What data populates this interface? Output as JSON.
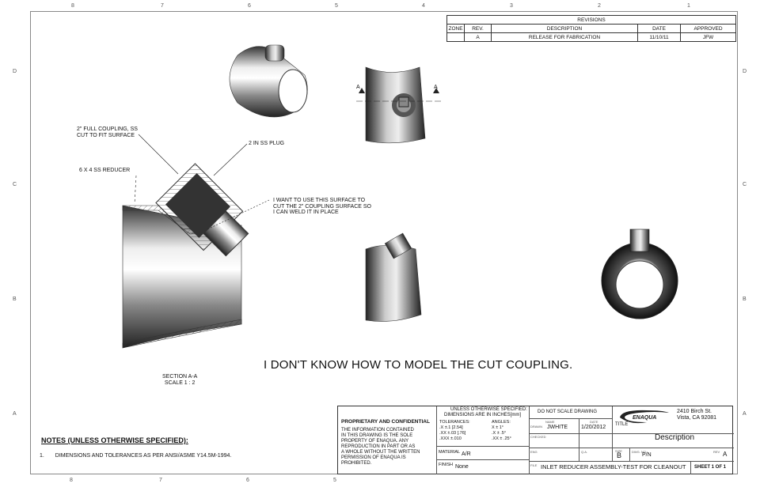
{
  "zones": {
    "columns": [
      "8",
      "7",
      "6",
      "5",
      "4",
      "3",
      "2",
      "1"
    ],
    "rows": [
      "D",
      "C",
      "B",
      "A"
    ]
  },
  "revisions": {
    "title": "REVISIONS",
    "headers": [
      "ZONE",
      "REV.",
      "DESCRIPTION",
      "DATE",
      "APPROVED"
    ],
    "rows": [
      {
        "zone": "",
        "rev": "A",
        "description": "RELEASE FOR FABRICATION",
        "date": "11/10/11",
        "approved": "JFW"
      }
    ]
  },
  "callouts": {
    "coupling": [
      "2\" FULL COUPLING, SS",
      "CUT TO FIT SURFACE"
    ],
    "plug": "2 IN SS PLUG",
    "reducer": "6 X 4 SS REDUCER",
    "surface": [
      "I WANT TO USE THIS SURFACE TO",
      "CUT THE 2\" COUPLING SURFACE SO",
      "I CAN WELD IT IN PLACE"
    ],
    "section_marker": "A"
  },
  "section": {
    "title": "SECTION A-A",
    "scale": "SCALE 1 : 2"
  },
  "main_note": "I DON'T KNOW HOW TO MODEL THE CUT COUPLING.",
  "notes": {
    "heading": "NOTES (UNLESS OTHERWISE SPECIFIED):",
    "items": [
      {
        "num": "1.",
        "text": "DIMENSIONS AND TOLERANCES AS PER ANSI/ASME Y14.5M-1994."
      }
    ]
  },
  "title_block": {
    "proprietary_title": "PROPRIETARY AND CONFIDENTIAL",
    "proprietary_text": [
      "THE INFORMATION CONTAINED",
      "IN THIS DRAWING IS THE SOLE",
      "PROPERTY OF ENAQUA. ANY",
      "REPRODUCTION IN PART OR AS",
      "A WHOLE WITHOUT THE WRITTEN",
      "PERMISSION OF ENAQUA IS",
      "PROHIBITED."
    ],
    "unless": [
      "UNLESS OTHERWISE SPECIFIED:",
      "DIMENSIONS ARE IN INCHES[mm]"
    ],
    "tolerances_label": "TOLERANCES:",
    "tolerances": [
      ".X   ±.1 [2.54]",
      ".XX  ±.03 [.76]",
      ".XXX ±.010"
    ],
    "angles_label": "ANGLES:",
    "angles": [
      "X  ±  1°",
      ".X  ±  .5°",
      ".XX  ±  .25°"
    ],
    "material_label": "MATERIAL",
    "material": "A/R",
    "finish_label": "FINISH",
    "finish": "None",
    "do_not_scale": "DO NOT SCALE DRAWING",
    "company_logo": "ENAQUA",
    "address": [
      "2410 Birch St.",
      "Vista, CA 92081"
    ],
    "name_label": "NAME",
    "date_label": "DATE",
    "drawn_label": "DRAWN",
    "drawn_by": "JWHITE",
    "drawn_date": "1/20/2012",
    "checked_label": "CHECKED",
    "eng_label": "ENG",
    "qa_label": "Q.A.",
    "title_label": "TITLE",
    "title": "Description",
    "size_label": "SIZE",
    "size": "B",
    "dwg_label": "DWG. NO.",
    "dwg_no": "P/N",
    "rev_label": "REV",
    "rev": "A",
    "file_label": "FILE",
    "file_name": "INLET REDUCER ASSEMBLY-TEST FOR CLEANOUT",
    "sheet": "SHEET 1 OF 1"
  }
}
